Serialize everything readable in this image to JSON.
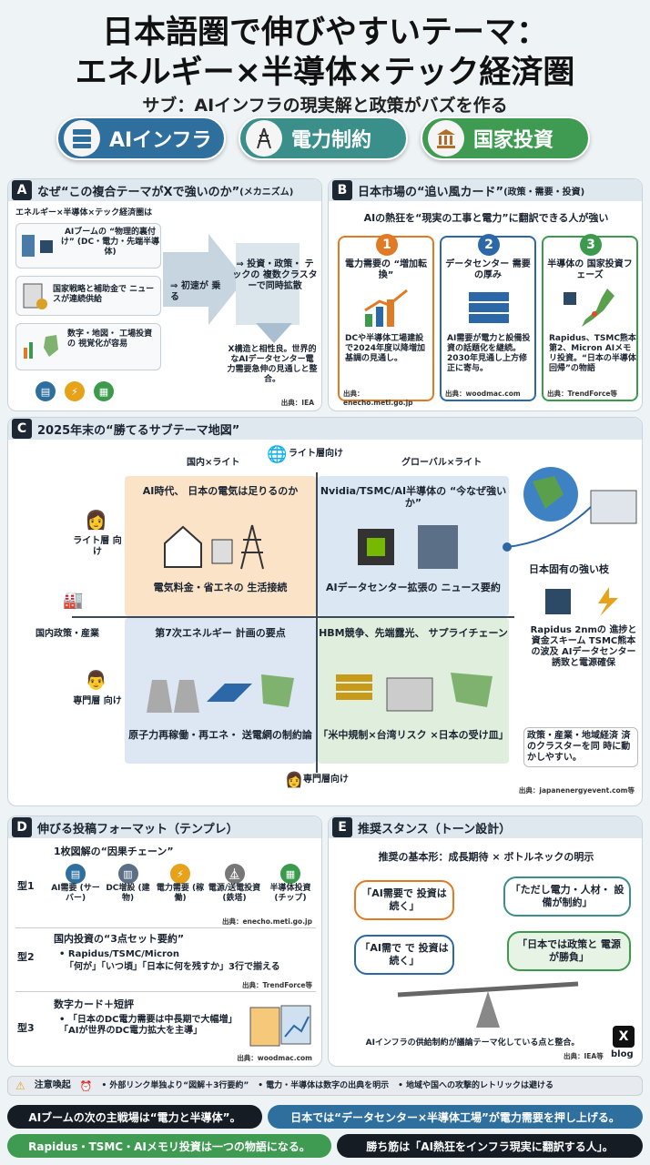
{
  "header": {
    "title1": "日本語圏で伸びやすいテーマ：",
    "title2": "エネルギー×半導体×テック経済圏",
    "subtitle": "サブ：AIインフラの現実解と政策がバズを作る"
  },
  "pills": [
    {
      "label": "AIインフラ",
      "color": "#2f6f9e"
    },
    {
      "label": "電力制約",
      "color": "#3a8f8a"
    },
    {
      "label": "国家投資",
      "color": "#3f9a52"
    }
  ],
  "panelA": {
    "letter": "A",
    "title": "なぜ“この複合テーマがXで強いのか”",
    "title_small": "(メカニズム)",
    "intro": "エネルギー×半導体×テック経済圏は",
    "items": [
      "AIブームの “物理的裏付け” (DC・電力・先端半導体)",
      "国家戦略と補助金で ニュースが連続供給",
      "数字・地図・ 工場投資の 視覚化が容易"
    ],
    "arrow1": "⇒ 初速が 乗る",
    "arrow2": "⇒ 投資・政策・ テックの 複数クラスターで同時拡散",
    "note": "X構造と相性良。世界的なAIデータセンター電力需要急伸の見通しと整合。",
    "source": "出典：IEA"
  },
  "panelB": {
    "letter": "B",
    "title": "日本市場の“追い風カード”",
    "title_small": "(政策・需要・投資)",
    "lead": "AIの熱狂を“現実の工事と電力”に翻訳できる人が強い",
    "cards": [
      {
        "n": "1",
        "title": "電力需要の “増加転換”",
        "body": "DCや半導体工場建設で2024年度以降増加基調の見通し。",
        "source": "出典：enecho.meti.go.jp",
        "color": "#e07a24"
      },
      {
        "n": "2",
        "title": "データセンター 需要の厚み",
        "body": "AI需要が電力と設備投資の話題化を継続。2030年見通し上方修正に寄与。",
        "source": "出典：woodmac.com",
        "color": "#2c68a8"
      },
      {
        "n": "3",
        "title": "半導体の 国家投資フェーズ",
        "body": "Rapidus、TSMC熊本第2、Micron AIメモリ投資。“日本の半導体回帰”の物語",
        "source": "出典：TrendForce等",
        "color": "#3b9a4c"
      }
    ]
  },
  "panelC": {
    "letter": "C",
    "title": "2025年末の“勝てるサブテーマ地図”",
    "axis_top": "ライト層向け",
    "axis_bottom": "専門層向け",
    "tl_label": "国内×ライト",
    "tr_label": "グローバル×ライト",
    "left_labels": [
      "ライト層 向け",
      "国内政策・産業",
      "専門層 向け"
    ],
    "quads": [
      {
        "title": "AI時代、 日本の電気は足りるのか",
        "body": "電気料金・省エネの 生活接続"
      },
      {
        "title": "Nvidia/TSMC/AI半導体の “今なぜ強いか”",
        "body": "AIデータセンター拡張の ニュース要約"
      },
      {
        "title": "第7次エネルギー 計画の要点",
        "body": "原子力再稼働・再エネ・ 送電網の制約論"
      },
      {
        "title": "HBM競争、先端露光、 サプライチェーン",
        "body": "「米中規制×台湾リスク ×日本の受け皿」"
      }
    ],
    "right_head": "日本固有の強い枝",
    "right_body": "Rapidus 2nmの 進捗と資金スキーム TSMC熊本の波及 AIデータセンター 誘致と電源確保",
    "right_note": "政策・産業・地域経済 済のクラスターを同 時に動かしやすい。",
    "source": "出典：japanenergyevent.com等"
  },
  "panelD": {
    "letter": "D",
    "title": "伸びる投稿フォーマット（テンプレ）",
    "t1": {
      "label": "型1",
      "head": "1枚図解の“因果チェーン”",
      "chain": [
        "AI需要 (サーバー)",
        "DC増設 (建物)",
        "電力需要 (稼働)",
        "電源/送電投資 (鉄塔)",
        "半導体投資 (チップ)"
      ],
      "source": "出典：enecho.meti.go.jp"
    },
    "t2": {
      "label": "型2",
      "head": "国内投資の“3点セット要約”",
      "l1": "• Rapidus/TSMC/Micron",
      "l2": "「何が」「いつ頃」「日本に何を残すか」3行で揃える",
      "source": "出典：TrendForce等"
    },
    "t3": {
      "label": "型3",
      "head": "数字カード＋短評",
      "l1": "• 「日本のDC電力需要は中長期で大幅増」「AIが世界のDC電力拡大を主導」",
      "source": "出典：woodmac.com"
    }
  },
  "panelE": {
    "letter": "E",
    "title": "推奨スタンス（トーン設計）",
    "lead": "推奨の基本形：成長期待 × ボトルネックの明示",
    "bubbles": [
      "「AI需要で 投資は続く」",
      "「ただし電力・人材・ 設備が制約」",
      "「AI需で で 投資は続く」",
      "「日本では政策と 電源が勝負」"
    ],
    "note": "AIインフラの供給制約が議論テーマ化している点と整合。",
    "source": "出典：IEA等",
    "x": "X",
    "xlabel": "blog"
  },
  "caution": {
    "head": "注意喚起",
    "items": [
      "• 外部リンク単独より“図解＋3行要約”",
      "• 電力・半導体は数字の出典を明示",
      "• 地域や国への攻撃的レトリックは避ける"
    ]
  },
  "bars": [
    "AIブームの次の主戦場は“電力と半導体”。",
    "日本では“データセンター×半導体工場”が電力需要を押し上げる。",
    "Rapidus・TSMC・AIメモリ投資は一つの物語になる。",
    "勝ち筋は「AI熱狂をインフラ現実に翻訳する人」。"
  ]
}
